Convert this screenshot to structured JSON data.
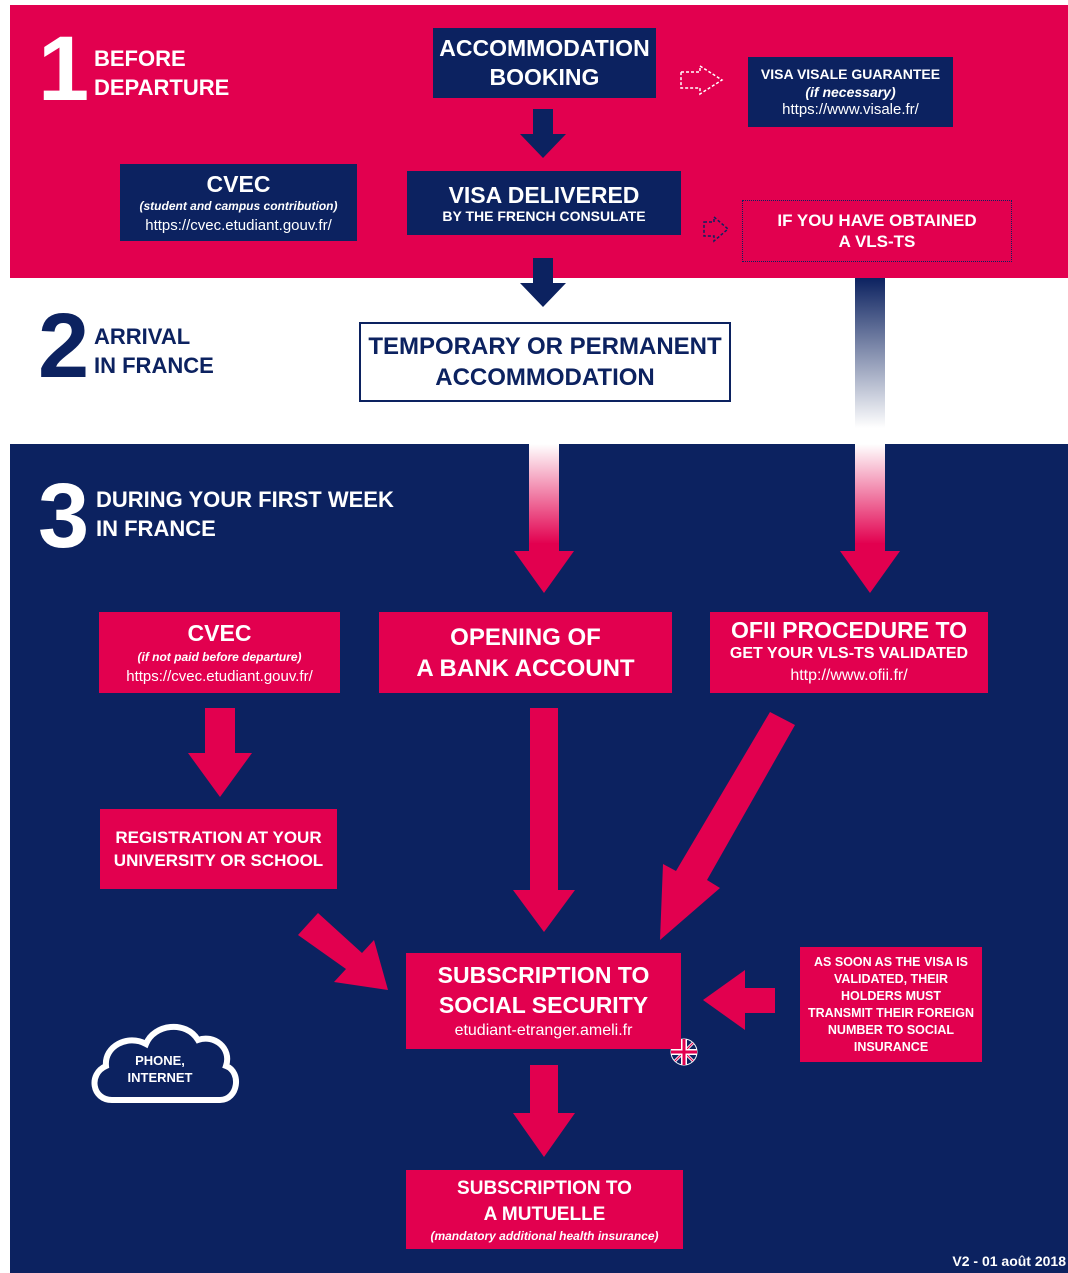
{
  "section1": {
    "number": "1",
    "label_line1": "BEFORE",
    "label_line2": "DEPARTURE"
  },
  "section2": {
    "number": "2",
    "label_line1": "ARRIVAL",
    "label_line2": "IN FRANCE"
  },
  "section3": {
    "number": "3",
    "label_line1": "DURING YOUR FIRST WEEK",
    "label_line2": "IN FRANCE"
  },
  "boxes": {
    "accommodation_booking": {
      "line1": "ACCOMMODATION",
      "line2": "BOOKING"
    },
    "visale": {
      "title": "VISA VISALE GUARANTEE",
      "note": "(if necessary)",
      "url": "https://www.visale.fr/"
    },
    "cvec_before": {
      "title": "CVEC",
      "note": "(student and campus contribution)",
      "url": "https://cvec.etudiant.gouv.fr/"
    },
    "visa_delivered": {
      "title": "VISA DELIVERED",
      "subtitle": "BY THE FRENCH CONSULATE"
    },
    "vls_ts": {
      "line1": "IF YOU HAVE OBTAINED",
      "line2": "A VLS-TS"
    },
    "temp_accommodation": {
      "line1": "TEMPORARY OR PERMANENT",
      "line2": "ACCOMMODATION"
    },
    "cvec_week": {
      "title": "CVEC",
      "note": "(if not paid before departure)",
      "url": "https://cvec.etudiant.gouv.fr/"
    },
    "bank_account": {
      "line1": "OPENING OF",
      "line2": "A BANK ACCOUNT"
    },
    "ofii": {
      "line1": "OFII PROCEDURE TO",
      "line2": "GET YOUR VLS-TS VALIDATED",
      "url": "http://www.ofii.fr/"
    },
    "registration": {
      "line1": "REGISTRATION AT YOUR",
      "line2": "UNIVERSITY OR SCHOOL"
    },
    "social_security": {
      "line1": "SUBSCRIPTION TO",
      "line2": "SOCIAL SECURITY",
      "url": "etudiant-etranger.ameli.fr"
    },
    "visa_validated": {
      "line1": "AS SOON AS THE VISA IS",
      "line2": "VALIDATED, THEIR",
      "line3": "HOLDERS MUST",
      "line4": "TRANSMIT THEIR FOREIGN",
      "line5": "NUMBER TO SOCIAL",
      "line6": "INSURANCE"
    },
    "mutuelle": {
      "line1": "SUBSCRIPTION TO",
      "line2": "A MUTUELLE",
      "note": "(mandatory additional health insurance)"
    }
  },
  "cloud": {
    "line1": "PHONE,",
    "line2": "INTERNET"
  },
  "version": "V2 - 01 août 2018",
  "colors": {
    "red": "#e2004f",
    "navy": "#0c2260",
    "white": "#ffffff"
  },
  "icons": {
    "flag": "english-flag-icon",
    "cloud": "cloud-icon"
  }
}
